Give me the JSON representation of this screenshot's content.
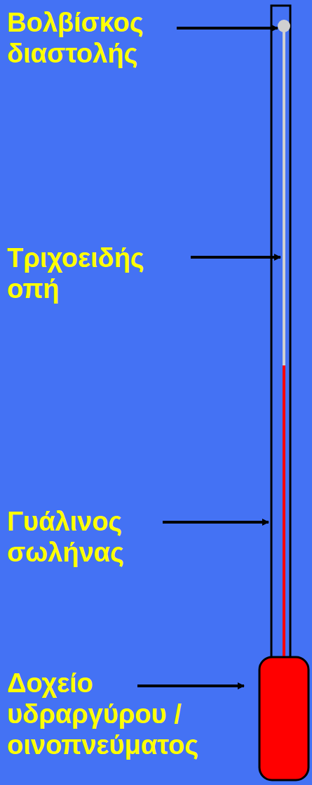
{
  "diagram": {
    "labels": [
      "Βολβίσκος διαστολής",
      "Τριχοειδής οπή",
      "Γυάλινος σωλήνας",
      "Δοχείο υδραργύρου /οινοπνεύματος"
    ]
  }
}
